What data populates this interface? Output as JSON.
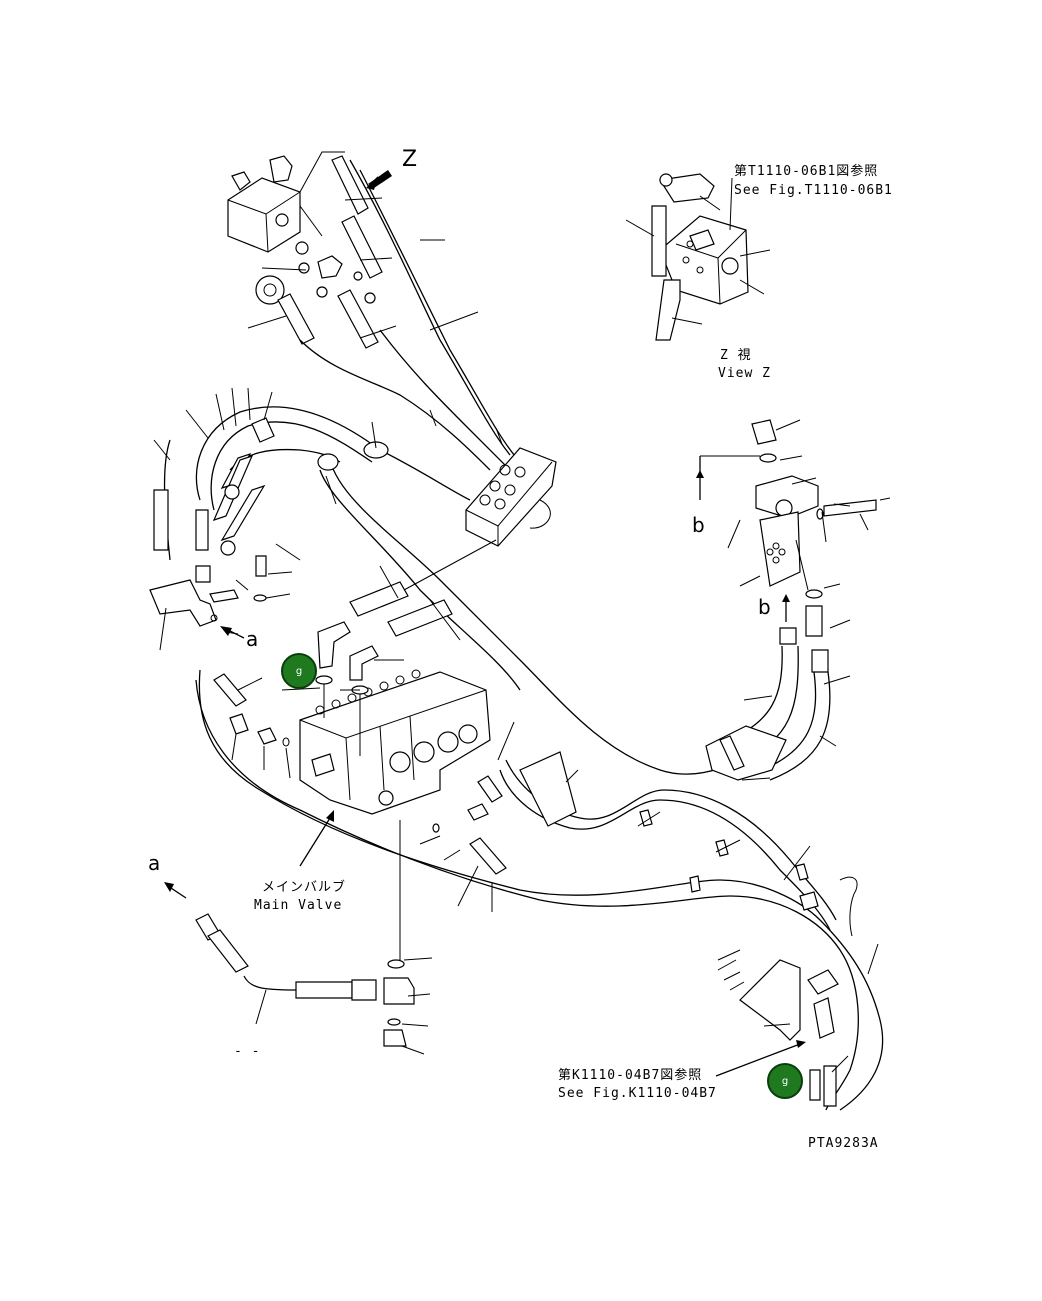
{
  "diagram": {
    "view_label": "Z",
    "ref_top": {
      "jp": "第T1110-06B1図参照",
      "en": "See Fig.T1110-06B1"
    },
    "view_z": {
      "jp": "Z 視",
      "en": "View Z"
    },
    "main_valve": {
      "jp": "メインバルブ",
      "en": "Main Valve"
    },
    "ref_bottom": {
      "jp": "第K1110-04B7図参照",
      "en": "See Fig.K1110-04B7"
    },
    "letters": {
      "a1": "a",
      "a2": "a",
      "b1": "b",
      "b2": "b"
    },
    "dash_label": "- -",
    "drawing_code": "PTA9283A",
    "markers": [
      {
        "label": "g",
        "color": "#1f7a1f"
      },
      {
        "label": "g",
        "color": "#1f7a1f"
      }
    ]
  }
}
